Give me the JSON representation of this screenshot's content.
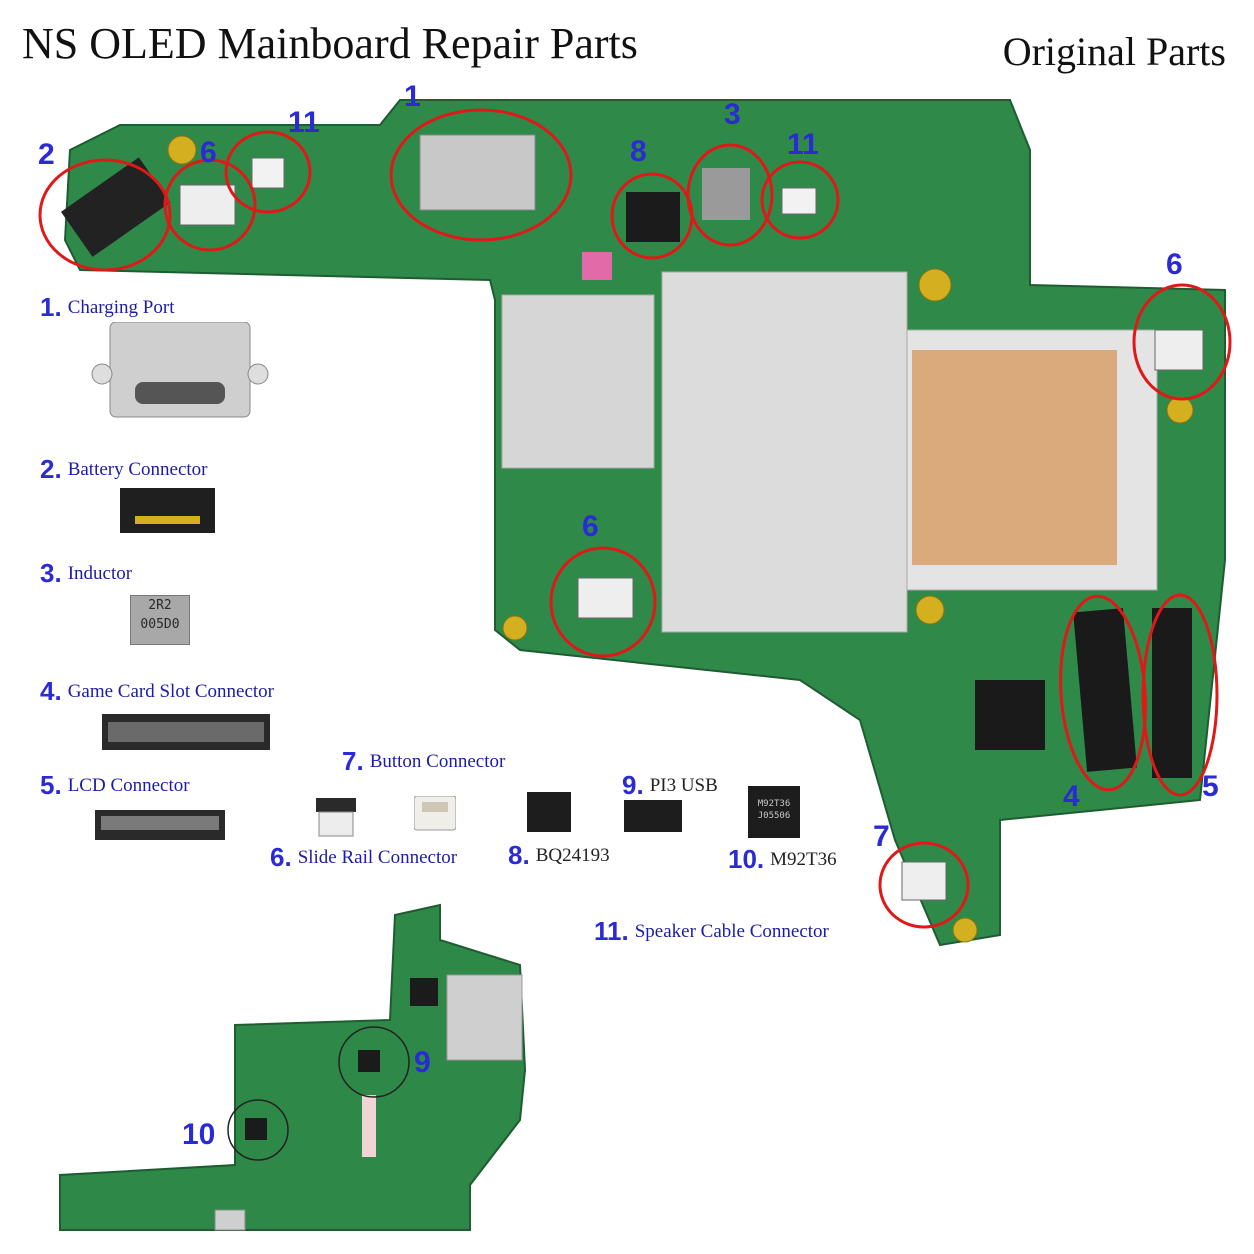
{
  "header": {
    "title": "NS OLED Mainboard Repair Parts",
    "subtitle": "Original Parts"
  },
  "callouts": {
    "c1": "1",
    "c2": "2",
    "c3": "3",
    "c4": "4",
    "c5": "5",
    "c6a": "6",
    "c6b": "6",
    "c6c": "6",
    "c7": "7",
    "c8": "8",
    "c11a": "11",
    "c11b": "11",
    "c9": "9",
    "c10": "10"
  },
  "legend": [
    {
      "num": "1.",
      "label": "Charging Port"
    },
    {
      "num": "2.",
      "label": "Battery Connector"
    },
    {
      "num": "3.",
      "label": "Inductor"
    },
    {
      "num": "4.",
      "label": "Game Card Slot Connector"
    },
    {
      "num": "5.",
      "label": "LCD Connector"
    },
    {
      "num": "6.",
      "label": "Slide Rail Connector"
    },
    {
      "num": "7.",
      "label": "Button Connector"
    },
    {
      "num": "8.",
      "label": "BQ24193"
    },
    {
      "num": "9.",
      "label": "PI3 USB"
    },
    {
      "num": "10.",
      "label": "M92T36"
    },
    {
      "num": "11.",
      "label": "Speaker Cable Connector"
    }
  ],
  "chip_markings": {
    "inductor_top": "2R2",
    "inductor_bottom": "005D0",
    "m92_top": "M92T36",
    "m92_bottom": "J05506"
  },
  "colors": {
    "pcb": "#2f8a4a",
    "pcb_dark": "#236b39",
    "highlight_circle": "#e01818",
    "callout_text": "#2a2ad6",
    "shield": "#d6d6d6",
    "copper_tape": "#d9a06a"
  }
}
